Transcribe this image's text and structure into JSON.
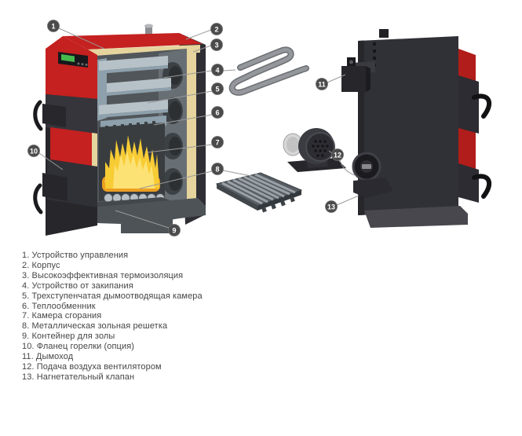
{
  "colors": {
    "page-bg": "#ffffff",
    "red": "#c42120",
    "red-dark": "#b01d1a",
    "red-edge": "#7e1210",
    "shell": "#2e2e34",
    "shell-dark": "#26262b",
    "shell-mid": "#35353b",
    "insulation": "#e5d49d",
    "chamber": "#b7c1c8",
    "chamber-dark": "#8da0ab",
    "interior": "#51565a",
    "exchanger": "#686f74",
    "hole": "#3c4145",
    "flame": "#f8cc34",
    "flame-light": "#fce47b",
    "flame-log": "#ec9f20",
    "metal": "#94979b",
    "metal-dark": "#6b6e72",
    "grate": "#575d62",
    "grate-slat": "#9aa1a6",
    "base": "#4e5357",
    "screen": "#46b94e",
    "callout": "#4b4b4b",
    "leader": "#999999",
    "text": "#454545"
  },
  "callout_numbers": [
    "1",
    "2",
    "3",
    "4",
    "5",
    "6",
    "7",
    "8",
    "9",
    "10",
    "11",
    "12",
    "13"
  ],
  "legend_items": [
    "1. Устройство управления",
    "2. Корпус",
    "3. Высокоэффективная термоизоляция",
    "4. Устройство от закипания",
    "5. Трехступенчатая дымоотводящая камера",
    "6. Теплообменник",
    "7. Камера сгорания",
    "8. Металлическая зольная решетка",
    "9. Контейнер для золы",
    "10. Фланец горелки (опция)",
    "11. Дымоход",
    "12. Подача воздуха вентилятором",
    "13. Нагнетательный клапан"
  ]
}
